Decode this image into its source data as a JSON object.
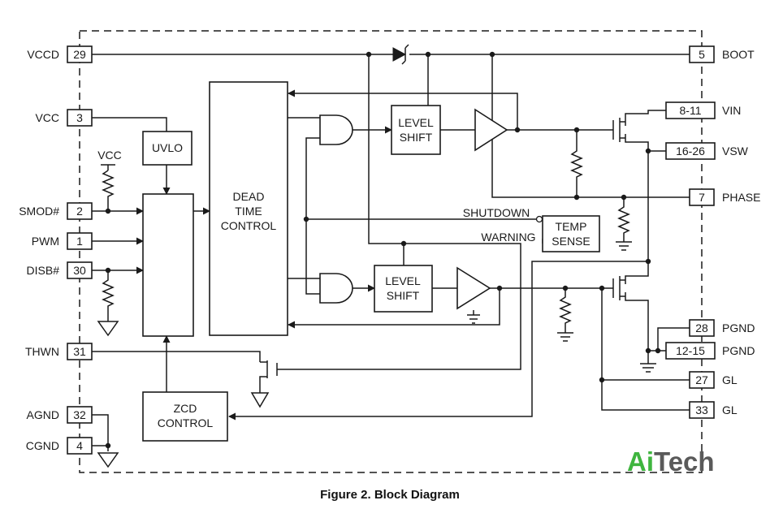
{
  "pins_left": {
    "vccd": {
      "label": "VCCD",
      "num": "29"
    },
    "vcc": {
      "label": "VCC",
      "num": "3"
    },
    "smod": {
      "label": "SMOD#",
      "num": "2"
    },
    "pwm": {
      "label": "PWM",
      "num": "1"
    },
    "disb": {
      "label": "DISB#",
      "num": "30"
    },
    "thwn": {
      "label": "THWN",
      "num": "31"
    },
    "agnd": {
      "label": "AGND",
      "num": "32"
    },
    "cgnd": {
      "label": "CGND",
      "num": "4"
    }
  },
  "pins_right": {
    "boot": {
      "label": "BOOT",
      "num": "5"
    },
    "vin": {
      "label": "VIN",
      "num": "8-11"
    },
    "vsw": {
      "label": "VSW",
      "num": "16-26"
    },
    "phase": {
      "label": "PHASE",
      "num": "7"
    },
    "pgnd_a": {
      "label": "PGND",
      "num": "28"
    },
    "pgnd_b": {
      "label": "PGND",
      "num": "12-15"
    },
    "gl_a": {
      "label": "GL",
      "num": "27"
    },
    "gl_b": {
      "label": "GL",
      "num": "33"
    }
  },
  "blocks": {
    "vcc_ref": "VCC",
    "uvlo": "UVLO",
    "dead_time": [
      "DEAD",
      "TIME",
      "CONTROL"
    ],
    "level_shift_top": [
      "LEVEL",
      "SHIFT"
    ],
    "level_shift_bottom": [
      "LEVEL",
      "SHIFT"
    ],
    "shutdown": "SHUTDOWN",
    "warning": "WARNING",
    "temp_sense": [
      "TEMP",
      "SENSE"
    ],
    "zcd": [
      "ZCD",
      "CONTROL"
    ]
  },
  "caption": "Figure 2. Block Diagram",
  "watermark": {
    "part1": "Ai",
    "part2": "Tech",
    "colors": {
      "part1": "#3fb53f",
      "part2": "#5a5a5a"
    }
  }
}
